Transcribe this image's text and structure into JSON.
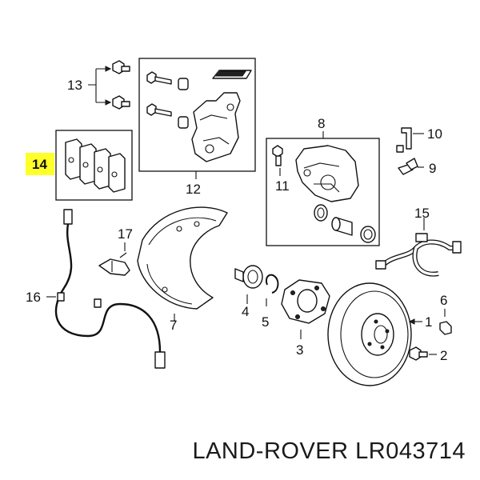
{
  "callouts": {
    "c1": "1",
    "c2": "2",
    "c3": "3",
    "c4": "4",
    "c5": "5",
    "c6": "6",
    "c7": "7",
    "c8": "8",
    "c9": "9",
    "c10": "10",
    "c11": "11",
    "c12": "12",
    "c13": "13",
    "c14": "14",
    "c15": "15",
    "c16": "16",
    "c17": "17"
  },
  "highlight_color": "#ffff2a",
  "footer": {
    "brand": "LAND-ROVER",
    "part_number": "LR043714"
  }
}
